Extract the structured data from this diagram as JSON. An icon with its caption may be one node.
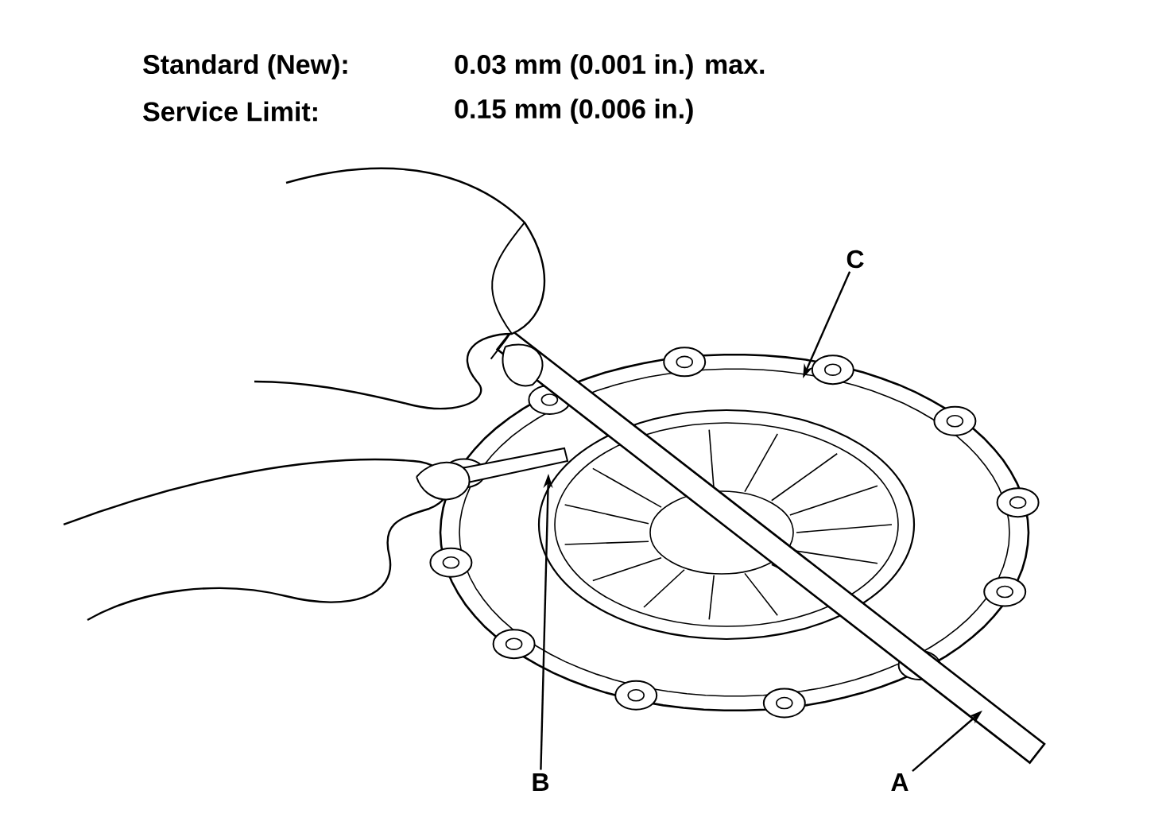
{
  "diagram": {
    "nodes": [
      {
        "text": [
          "C"
        ]
      },
      {
        "text": [
          "B"
        ]
      },
      {
        "text": [
          "A"
        ]
      }
    ],
    "edges": [
      {
        "from": 0,
        "to": null,
        "arrow": "to"
      },
      {
        "from": 1,
        "to": null,
        "arrow": "to"
      },
      {
        "from": 2,
        "to": null,
        "arrow": "to"
      }
    ],
    "labels": [
      "Standard (New):",
      "0.03 mm (0.001 in.) max.",
      "Service Limit:",
      "0.15 mm (0.006 in.)"
    ]
  }
}
